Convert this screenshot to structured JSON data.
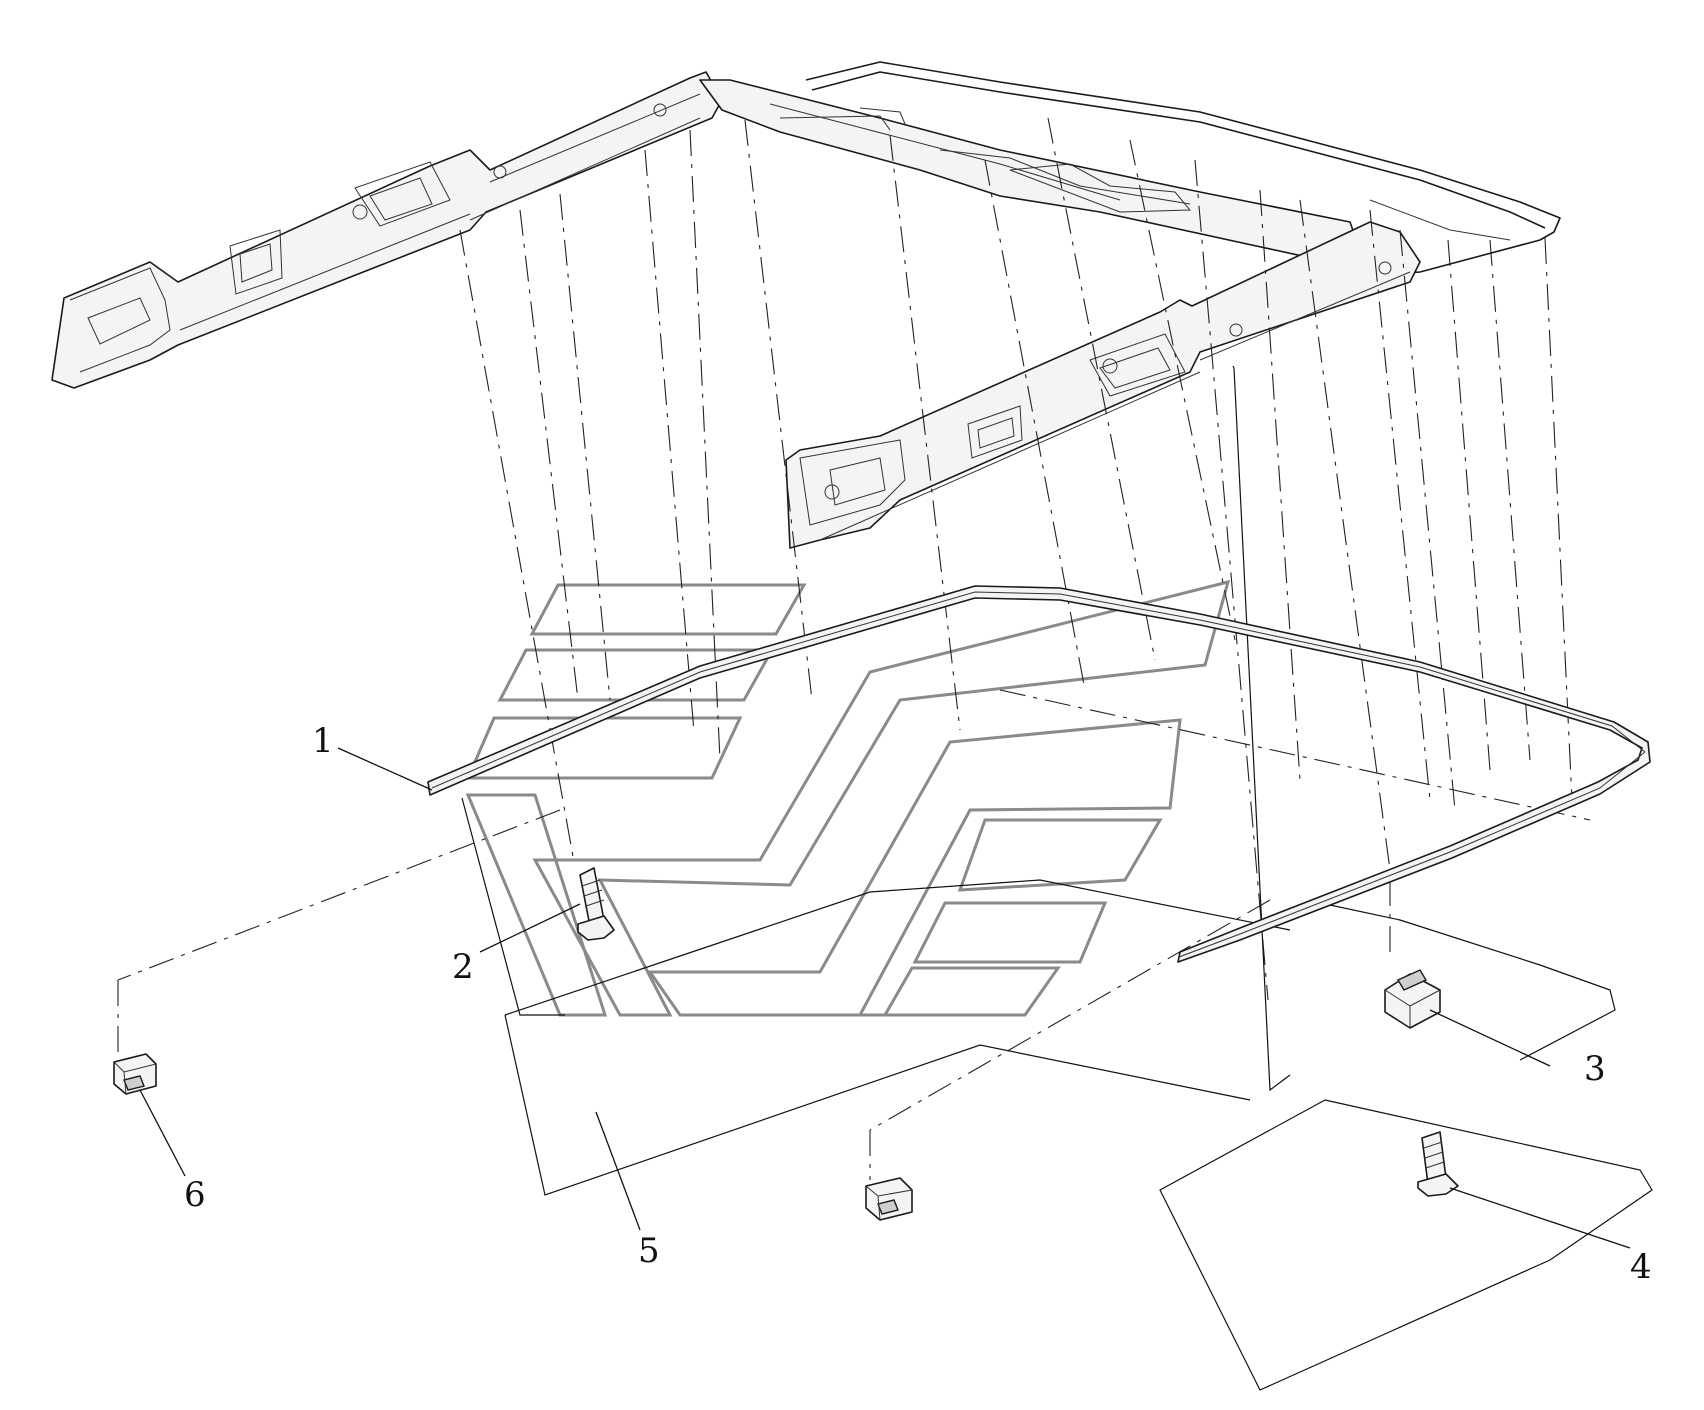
{
  "callouts": [
    {
      "id": "1",
      "label": "1"
    },
    {
      "id": "2",
      "label": "2"
    },
    {
      "id": "3",
      "label": "3"
    },
    {
      "id": "4",
      "label": "4"
    },
    {
      "id": "5",
      "label": "5"
    },
    {
      "id": "6",
      "label": "6"
    }
  ],
  "colors": {
    "line": "#1a1a1a",
    "watermark_grey": "#8a8a8a",
    "background": "#ffffff"
  }
}
